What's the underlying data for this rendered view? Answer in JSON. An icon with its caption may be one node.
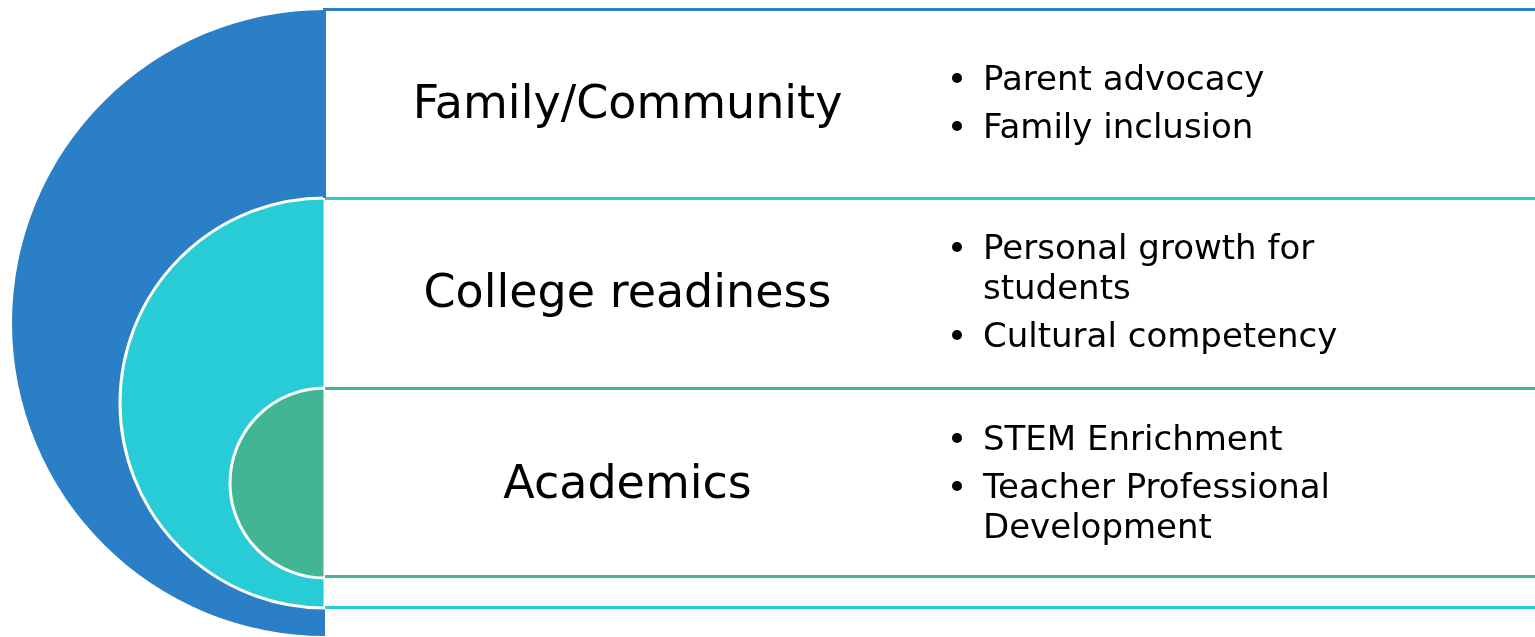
{
  "diagram": {
    "nodes": [
      {
        "text": [],
        "shape": "circle"
      },
      {
        "text": [],
        "shape": "circle",
        "in": 0
      },
      {
        "text": [],
        "shape": "circle",
        "in": 1
      },
      {
        "text": [
          "Family/Community",
          "Parent advocacy",
          "Family inclusion"
        ]
      },
      {
        "text": [
          "College readiness",
          "Personal growth for students",
          "Cultural competency"
        ]
      },
      {
        "text": [
          "Academics",
          "STEM Enrichment",
          "Teacher Professional Development"
        ]
      }
    ]
  }
}
